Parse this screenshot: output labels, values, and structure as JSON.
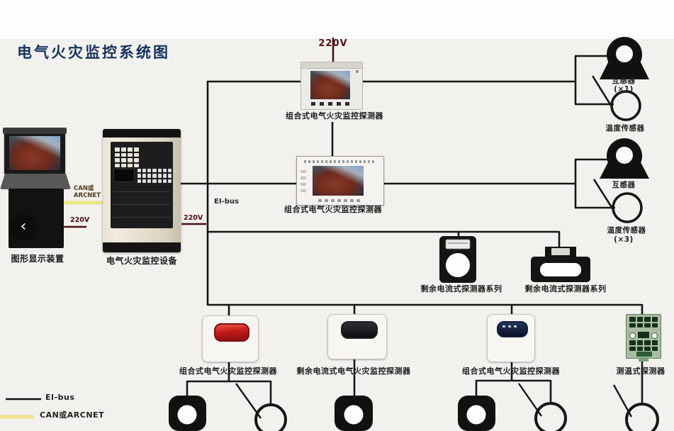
{
  "title": "电气火灾监控系统图",
  "icons": {
    "chevron_left": "‹"
  },
  "labels": {
    "power_top": "220V",
    "power_left": "220V",
    "power_cabinet": "220V",
    "can_line1": "CAN或",
    "can_line2": "ARCNET",
    "ei_bus": "EI-bus",
    "graphic_display": "图形显示装置",
    "cabinet": "电气火灾监控设备",
    "detector_top": "组合式电气火灾监控探测器",
    "detector_mid": "组合式电气火灾监控探测器",
    "ct_top": "互感器",
    "ct_top_count": "(×1)",
    "temp_top": "温度传感器",
    "ct_mid": "互感器",
    "temp_mid": "温度传感器",
    "temp_mid_count": "(×3)",
    "rcd_series_left": "剩余电流式探测器系列",
    "rcd_series_right": "剩余电流式探测器系列",
    "bottom_combined_left": "组合式电气火灾监控探测器",
    "bottom_rcd": "剩余电流式电气火灾监控探测器",
    "bottom_combined_right": "组合式电气火灾监控探测器",
    "bottom_temp": "测温式探测器",
    "legend_ei_bus": "EI-bus",
    "legend_can_arcnet": "CAN或ARCNET"
  },
  "colors": {
    "title": "#17335f",
    "wire": "#161616",
    "power_label": "#4a1212",
    "can_wire": "#ece487",
    "background": "#f2f1ee"
  }
}
